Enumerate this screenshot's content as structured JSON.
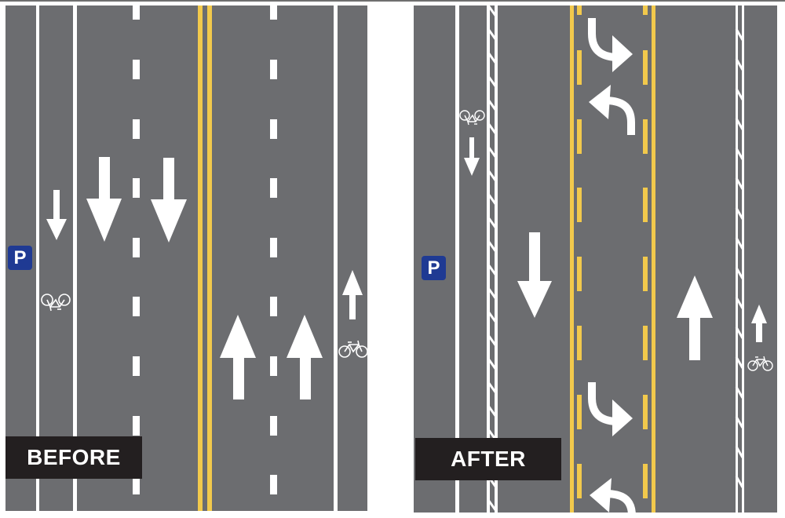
{
  "panels": {
    "before": {
      "label": "BEFORE",
      "parking_sign": "P",
      "lanes": [
        "parking",
        "bike-lane-southbound",
        "travel-southbound",
        "travel-southbound",
        "travel-northbound",
        "travel-northbound",
        "bike-lane-northbound"
      ]
    },
    "after": {
      "label": "AFTER",
      "parking_sign": "P",
      "lanes": [
        "parking",
        "buffered-bike-lane-southbound",
        "travel-southbound",
        "two-way-left-turn-lane",
        "travel-northbound",
        "buffered-bike-lane-northbound"
      ]
    }
  },
  "colors": {
    "asphalt": "#6c6d70",
    "marking_white": "#ffffff",
    "marking_yellow": "#f2c94c",
    "label_bg": "#231f20",
    "parking_sign": "#1f3a93"
  },
  "icons": [
    "parking-sign-icon",
    "bicycle-icon",
    "straight-arrow-icon",
    "turn-arrow-icon"
  ]
}
